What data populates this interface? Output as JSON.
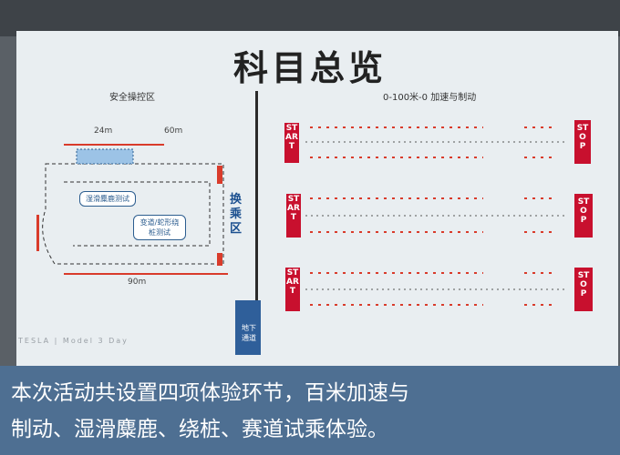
{
  "slide": {
    "title": "科目总览",
    "left_section": "安全操控区",
    "right_section": "0-100米-0 加速与制动",
    "dim_top_left": "24m",
    "dim_top_right": "60m",
    "dim_bottom": "90m",
    "side_label": "换\n乘\n区",
    "wet_test": "湿滑麋鹿测试",
    "lane_test": "变道/蛇形绕\n桩测试",
    "subway": "地下\n通道",
    "footer": "TESLA  |  Model 3 Day",
    "start": "START",
    "stop": "STOP"
  },
  "caption": {
    "line1": "本次活动共设置四项体验环节，百米加速与",
    "line2": "制动、湿滑麋鹿、绕桩、赛道试乘体验。"
  },
  "colors": {
    "caption_bg": "#4e6f92",
    "accent_red": "#c8102e",
    "divider": "#2a2a2a",
    "subway_blue": "#2f5f9a"
  },
  "logo": "tesla-logo"
}
